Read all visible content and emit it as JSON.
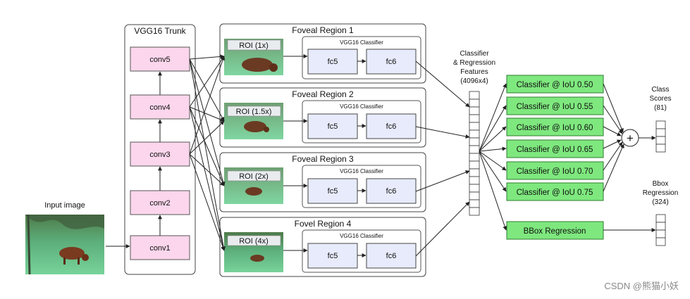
{
  "input": {
    "label": "Input image"
  },
  "trunk": {
    "title": "VGG16 Trunk",
    "layers": [
      "conv5",
      "conv4",
      "conv3",
      "conv2",
      "conv1"
    ]
  },
  "regions": [
    {
      "title": "Foveal Region 1",
      "roi": "ROI (1x)",
      "classifier": "VGG16 Classifier",
      "fc5": "fc5",
      "fc6": "fc6"
    },
    {
      "title": "Foveal Region 2",
      "roi": "ROI (1.5x)",
      "classifier": "VGG16 Classifier",
      "fc5": "fc5",
      "fc6": "fc6"
    },
    {
      "title": "Foveal Region 3",
      "roi": "ROI (2x)",
      "classifier": "VGG16 Classifier",
      "fc5": "fc5",
      "fc6": "fc6"
    },
    {
      "title": "Fovel Region 4",
      "roi": "ROI (4x)",
      "classifier": "VGG16 Classifier",
      "fc5": "fc5",
      "fc6": "fc6"
    }
  ],
  "features": {
    "line1": "Classifier",
    "line2": "& Regression",
    "line3": "Features",
    "line4": "(4096x4)"
  },
  "classifiers": [
    "Classifier @ IoU 0.50",
    "Classifier @ IoU 0.55",
    "Classifier @ IoU 0.60",
    "Classifier @ IoU 0.65",
    "Classifier @ IoU 0.70",
    "Classifier @ IoU 0.75"
  ],
  "bbox_box": "BBox Regression",
  "sum_symbol": "+",
  "scores": {
    "line1": "Class",
    "line2": "Scores",
    "line3": "(81)"
  },
  "bbox_out": {
    "line1": "Bbox",
    "line2": "Regression",
    "line3": "(324)"
  },
  "watermark": "CSDN @熊猫小妖"
}
